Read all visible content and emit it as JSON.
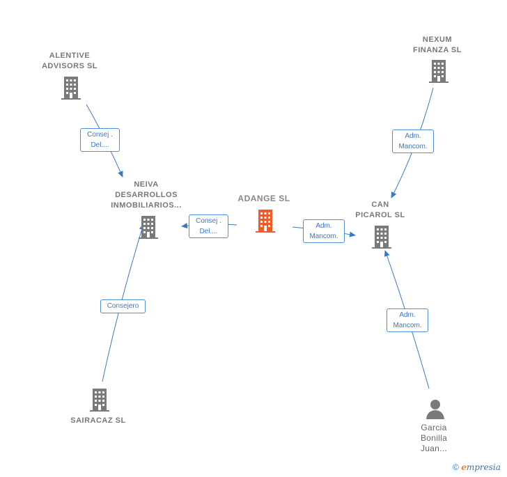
{
  "colors": {
    "edge": "#3a78c3",
    "company_icon": "#7a7a7a",
    "main_icon": "#f15a29",
    "label": "#777777"
  },
  "nodes": {
    "alentive": {
      "lines": [
        "ALENTIVE",
        "ADVISORS  SL"
      ],
      "icon": "building-icon"
    },
    "nexum": {
      "lines": [
        "NEXUM",
        "FINANZA  SL"
      ],
      "icon": "building-icon"
    },
    "neiva": {
      "lines": [
        "NEIVA",
        "DESARROLLOS",
        "INMOBILIARIOS..."
      ],
      "icon": "building-icon"
    },
    "adange": {
      "lines": [
        "ADANGE  SL"
      ],
      "icon": "building-icon"
    },
    "can_picarol": {
      "lines": [
        "CAN",
        "PICAROL  SL"
      ],
      "icon": "building-icon"
    },
    "sairacaz": {
      "lines": [
        "SAIRACAZ  SL"
      ],
      "icon": "building-icon"
    },
    "garcia": {
      "lines": [
        "Garcia",
        "Bonilla",
        "Juan..."
      ],
      "icon": "person-icon"
    }
  },
  "edges": {
    "alentive_neiva": {
      "lines": [
        "Consej .",
        "Del...."
      ]
    },
    "nexum_can": {
      "lines": [
        "Adm.",
        "Mancom."
      ]
    },
    "adange_neiva": {
      "lines": [
        "Consej .",
        "Del...."
      ]
    },
    "adange_can": {
      "lines": [
        "Adm.",
        "Mancom."
      ]
    },
    "sairacaz_neiva": {
      "lines": [
        "Consejero"
      ]
    },
    "garcia_can": {
      "lines": [
        "Adm.",
        "Mancom."
      ]
    }
  },
  "footer": {
    "copyright": "©",
    "brand_first": "e",
    "brand_rest": "mpresia"
  }
}
